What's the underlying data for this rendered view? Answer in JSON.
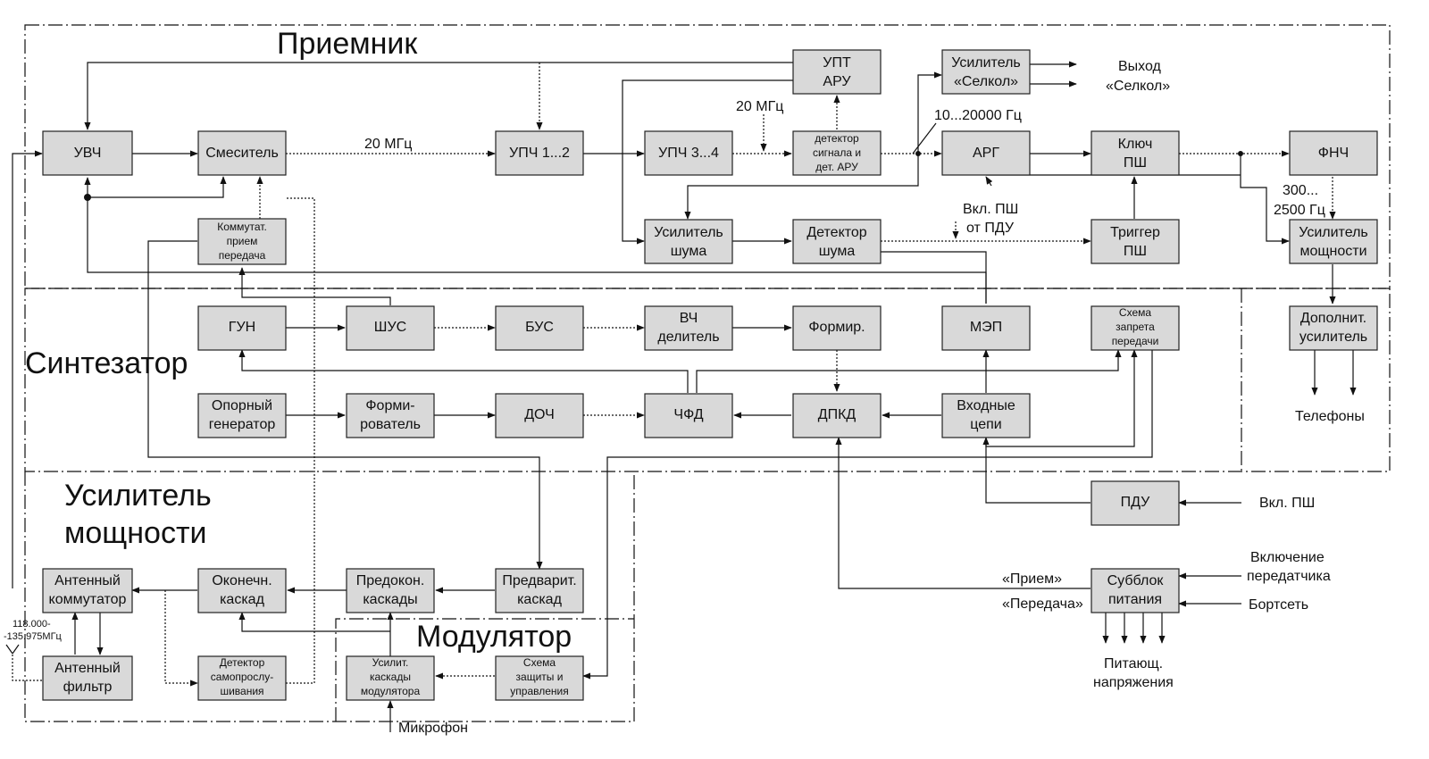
{
  "sections": {
    "receiver": "Приемник",
    "synth": "Синтезатор",
    "amp1": "Усилитель",
    "amp2": "мощности",
    "mod": "Модулятор"
  },
  "blocks": {
    "uvch": [
      "УВЧ"
    ],
    "mixer": [
      "Смеситель"
    ],
    "upch12": [
      "УПЧ 1...2"
    ],
    "upch34": [
      "УПЧ 3...4"
    ],
    "upt": [
      "УПТ",
      "АРУ"
    ],
    "detector": [
      "детектор",
      "сигнала и",
      "дет. АРУ"
    ],
    "selkol_amp": [
      "Усилитель",
      "«Селкол»"
    ],
    "arg": [
      "АРГ"
    ],
    "key": [
      "Ключ",
      "ПШ"
    ],
    "fnch": [
      "ФНЧ"
    ],
    "kommut": [
      "Коммутат.",
      "прием",
      "передача"
    ],
    "noise_amp": [
      "Усилитель",
      "шума"
    ],
    "noise_det": [
      "Детектор",
      "шума"
    ],
    "trigger": [
      "Триггер",
      "ПШ"
    ],
    "power_amp": [
      "Усилитель",
      "мощности"
    ],
    "gun": [
      "ГУН"
    ],
    "shus": [
      "ШУС"
    ],
    "bus": [
      "БУС"
    ],
    "vch_div": [
      "ВЧ",
      "делитель"
    ],
    "formir": [
      "Формир."
    ],
    "mep": [
      "МЭП"
    ],
    "tx_inhibit": [
      "Схема",
      "запрета",
      "передачи"
    ],
    "add_amp": [
      "Дополнит.",
      "усилитель"
    ],
    "ref_gen": [
      "Опорный",
      "генератор"
    ],
    "shaper": [
      "Форми-",
      "рователь"
    ],
    "doch": [
      "ДОЧ"
    ],
    "chfd": [
      "ЧФД"
    ],
    "dpkd": [
      "ДПКД"
    ],
    "input": [
      "Входные",
      "цепи"
    ],
    "pdu": [
      "ПДУ"
    ],
    "ant_switch": [
      "Антенный",
      "коммутатор"
    ],
    "final": [
      "Оконечн.",
      "каскад"
    ],
    "pre_final": [
      "Предокон.",
      "каскады"
    ],
    "preamp": [
      "Предварит.",
      "каскад"
    ],
    "ant_filter": [
      "Антенный",
      "фильтр"
    ],
    "self_det": [
      "Детектор",
      "самопрослу-",
      "шивания"
    ],
    "mod_amp": [
      "Усилит.",
      "каскады",
      "модулятора"
    ],
    "protect": [
      "Схема",
      "защиты и",
      "управления"
    ],
    "psu": [
      "Субблок",
      "питания"
    ]
  },
  "labels": {
    "f20a": "20 МГц",
    "f20b": "20 МГц",
    "f10k": "10...20000 Гц",
    "out1": "Выход",
    "out2": "«Селкол»",
    "f300": "300...",
    "f2500": "2500 Гц",
    "vkl1": "Вкл. ПШ",
    "vkl2": "от ПДУ",
    "phones": "Телефоны",
    "vklpsh": "Вкл. ПШ",
    "tx_on1": "Включение",
    "tx_on2": "передатчика",
    "bort": "Бортсеть",
    "rx": "«Прием»",
    "tx": "«Передача»",
    "volt1": "Питающ.",
    "volt2": "напряжения",
    "freq1": "118.000-",
    "freq2": "-135.975МГц",
    "mic": "Микрофон"
  }
}
